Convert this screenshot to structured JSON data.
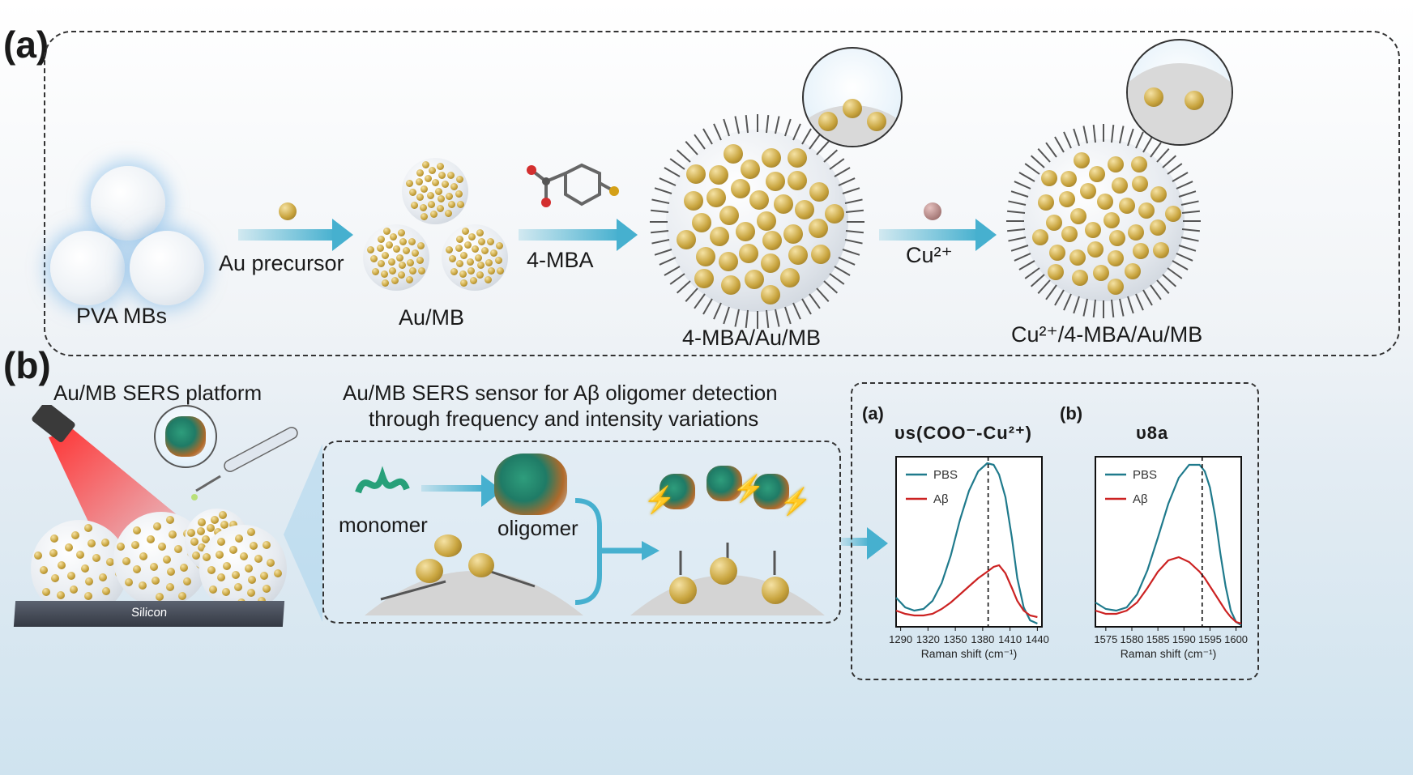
{
  "panel_a": {
    "label": "(a)",
    "steps": {
      "pva": "PVA MBs",
      "au_precursor": "Au precursor",
      "au_mb": "Au/MB",
      "mba": "4-MBA",
      "mba_au_mb": "4-MBA/Au/MB",
      "cu_reagent": "Cu²⁺",
      "cu_mba_au_mb": "Cu²⁺/4-MBA/Au/MB"
    }
  },
  "panel_b": {
    "label": "(b)",
    "platform_title": "Au/MB SERS platform",
    "substrate": "Silicon",
    "sensor_title_line1": "Au/MB SERS sensor for Aβ oligomer detection",
    "sensor_title_line2": "through frequency and intensity variations",
    "monomer": "monomer",
    "oligomer": "oligomer"
  },
  "chart_data": [
    {
      "type": "line",
      "panel": "(a)",
      "title": "υs(COO⁻-Cu²⁺)",
      "xlabel": "Raman shift (cm⁻¹)",
      "xlim": [
        1285,
        1445
      ],
      "xticks": [
        1290,
        1320,
        1350,
        1380,
        1410,
        1440
      ],
      "ylim": [
        0,
        1.05
      ],
      "reference_line_x": 1386,
      "series": [
        {
          "name": "PBS",
          "color": "#1f7a8c",
          "x": [
            1285,
            1295,
            1305,
            1315,
            1325,
            1335,
            1345,
            1355,
            1365,
            1375,
            1385,
            1392,
            1398,
            1405,
            1412,
            1418,
            1425,
            1432,
            1440
          ],
          "y": [
            0.18,
            0.12,
            0.1,
            0.11,
            0.16,
            0.27,
            0.44,
            0.66,
            0.84,
            0.96,
            1.01,
            1.0,
            0.94,
            0.8,
            0.55,
            0.3,
            0.12,
            0.04,
            0.02
          ]
        },
        {
          "name": "Aβ",
          "color": "#cc2222",
          "x": [
            1285,
            1295,
            1305,
            1315,
            1325,
            1335,
            1345,
            1355,
            1365,
            1375,
            1385,
            1392,
            1398,
            1405,
            1412,
            1418,
            1425,
            1432,
            1440
          ],
          "y": [
            0.1,
            0.08,
            0.07,
            0.07,
            0.08,
            0.11,
            0.15,
            0.2,
            0.25,
            0.3,
            0.34,
            0.37,
            0.38,
            0.33,
            0.24,
            0.16,
            0.1,
            0.07,
            0.06
          ]
        }
      ]
    },
    {
      "type": "line",
      "panel": "(b)",
      "title": "υ8a",
      "xlabel": "Raman shift (cm⁻¹)",
      "xlim": [
        1573,
        1601
      ],
      "xticks": [
        1575,
        1580,
        1585,
        1590,
        1595,
        1600
      ],
      "ylim": [
        0,
        1.05
      ],
      "reference_line_x": 1593.5,
      "series": [
        {
          "name": "PBS",
          "color": "#1f7a8c",
          "x": [
            1573,
            1575,
            1577,
            1579,
            1581,
            1583,
            1585,
            1587,
            1589,
            1591,
            1593,
            1594,
            1595,
            1596,
            1597,
            1598,
            1599,
            1600,
            1601
          ],
          "y": [
            0.15,
            0.11,
            0.1,
            0.12,
            0.2,
            0.35,
            0.55,
            0.76,
            0.92,
            1.0,
            1.0,
            0.96,
            0.86,
            0.68,
            0.45,
            0.25,
            0.1,
            0.03,
            0.01
          ]
        },
        {
          "name": "Aβ",
          "color": "#cc2222",
          "x": [
            1573,
            1575,
            1577,
            1579,
            1581,
            1583,
            1585,
            1587,
            1589,
            1591,
            1593,
            1594,
            1595,
            1596,
            1597,
            1598,
            1599,
            1600,
            1601
          ],
          "y": [
            0.1,
            0.08,
            0.08,
            0.1,
            0.15,
            0.24,
            0.34,
            0.41,
            0.43,
            0.4,
            0.34,
            0.3,
            0.25,
            0.2,
            0.15,
            0.1,
            0.06,
            0.03,
            0.02
          ]
        }
      ]
    }
  ]
}
